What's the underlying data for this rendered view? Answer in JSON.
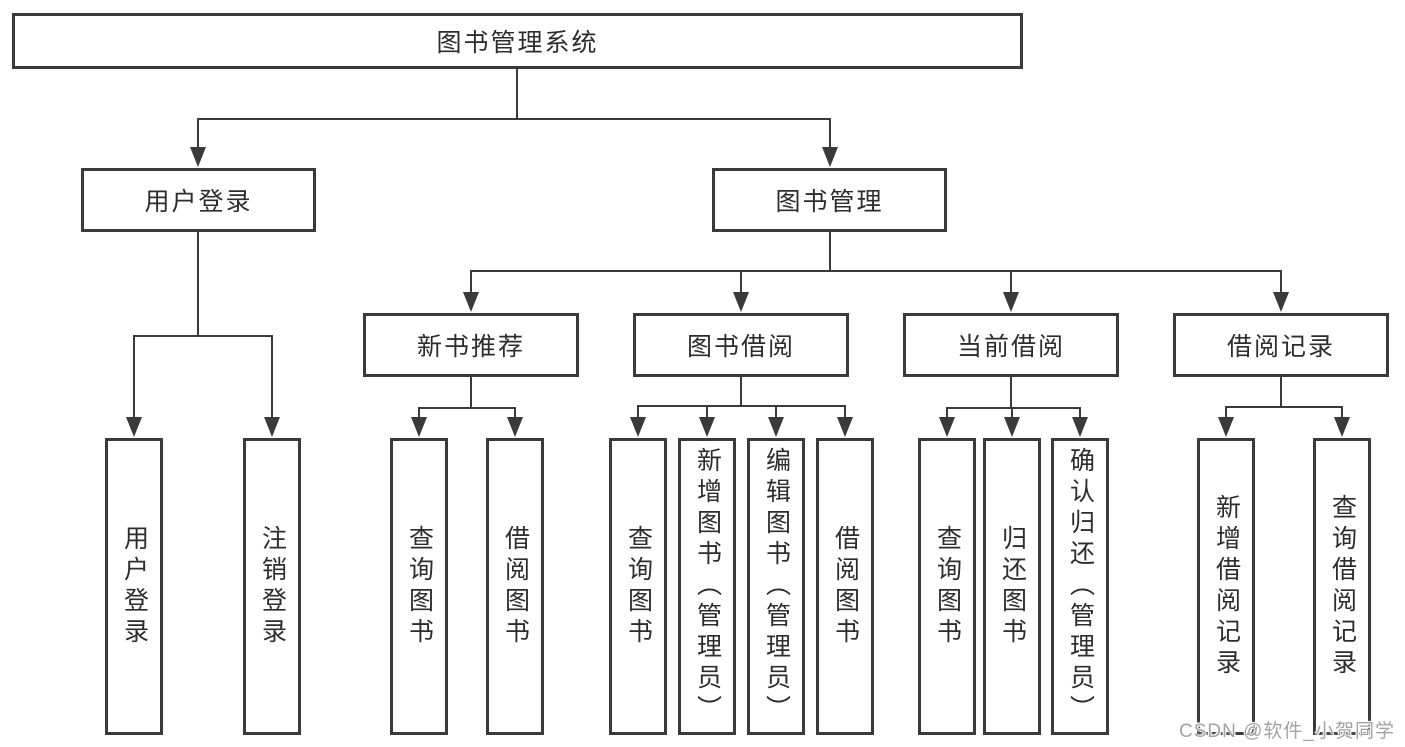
{
  "diagram": {
    "root": "图书管理系统",
    "branches": [
      "用户登录",
      "图书管理"
    ],
    "modules": [
      "新书推荐",
      "图书借阅",
      "当前借阅",
      "借阅记录"
    ],
    "leaves": [
      "用户登录",
      "注销登录",
      "查询图书",
      "借阅图书",
      "查询图书",
      "新增图书（管理员）",
      "编辑图书（管理员）",
      "借阅图书",
      "查询图书",
      "归还图书",
      "确认归还（管理员）",
      "新增借阅记录",
      "查询借阅记录"
    ]
  },
  "watermark": {
    "text": "CSDN @软件_小贺同学"
  },
  "colors": {
    "line": "#3a3a3a",
    "text": "#2d2d2d",
    "watermark": "#a3a3a3",
    "background": "#ffffff"
  }
}
